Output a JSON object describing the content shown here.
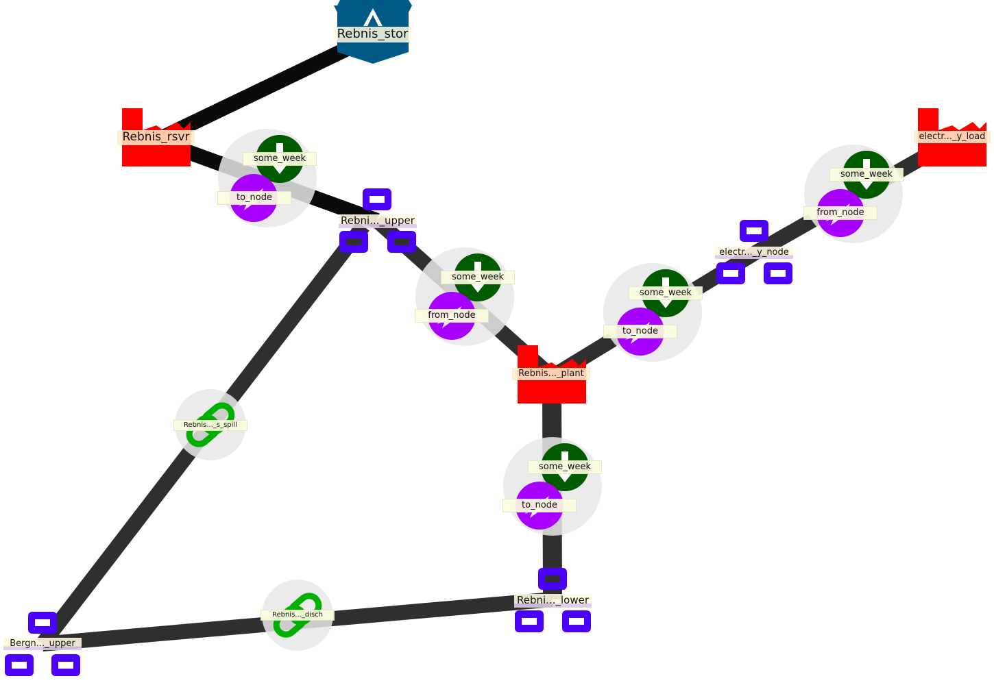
{
  "colors": {
    "edge_dark": "#2f2f2f",
    "edge_black": "#0a0a0a",
    "plant_red": "#ff0000",
    "node_purple": "#4b00ff",
    "storage_blue": "#005a87",
    "week_green": "#005a00",
    "direction_purple": "#a800ff",
    "link_green": "#00b000",
    "halo_gray": "#e8e8e8"
  },
  "nodes": {
    "storage": {
      "label": "Rebnis_stor",
      "icon": "storage-icon"
    },
    "reservoir": {
      "label": "Rebnis_rsvr",
      "icon": "factory-icon"
    },
    "upper": {
      "label": "Rebni..._upper",
      "icon": "node-icon"
    },
    "plant": {
      "label": "Rebnis..._plant",
      "icon": "factory-icon"
    },
    "lower": {
      "label": "Rebni..._lower",
      "icon": "node-icon"
    },
    "bergn": {
      "label": "Bergn..._upper",
      "icon": "node-icon"
    },
    "el_node": {
      "label": "electr..._y_node",
      "icon": "node-icon"
    },
    "el_load": {
      "label": "electr..._y_load",
      "icon": "factory-icon"
    }
  },
  "relations": {
    "r1": {
      "week": "some_week",
      "direction": "to_node"
    },
    "r2": {
      "week": "some_week",
      "direction": "from_node"
    },
    "r3": {
      "week": "some_week",
      "direction": "to_node"
    },
    "r4": {
      "week": "some_week",
      "direction": "from_node"
    },
    "r5": {
      "week": "some_week",
      "direction": "to_node"
    }
  },
  "links": {
    "spill": {
      "label": "Rebnis..._s_spill",
      "icon": "chain-link-icon"
    },
    "disch": {
      "label": "Rebnis..._disch",
      "icon": "chain-link-icon"
    }
  }
}
